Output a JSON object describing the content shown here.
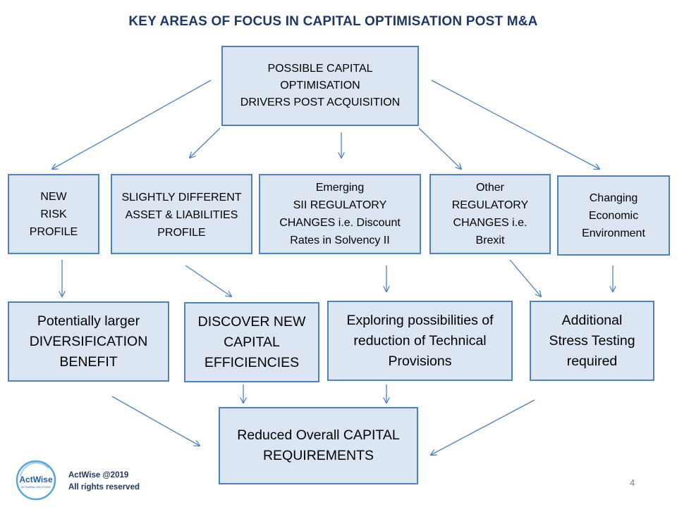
{
  "title": "KEY AREAS OF FOCUS IN CAPITAL OPTIMISATION POST M&A",
  "top_box": {
    "lines": [
      "POSSIBLE CAPITAL",
      "OPTIMISATION",
      "DRIVERS POST ACQUISITION"
    ]
  },
  "drivers": [
    {
      "lines": [
        "NEW",
        "RISK",
        "PROFILE"
      ]
    },
    {
      "lines": [
        "SLIGHTLY DIFFERENT",
        "ASSET & LIABILITIES",
        "PROFILE"
      ]
    },
    {
      "lines": [
        "Emerging",
        "SII REGULATORY",
        "CHANGES i.e. Discount",
        "Rates in Solvency II"
      ]
    },
    {
      "lines": [
        "Other",
        "REGULATORY",
        "CHANGES  i.e.",
        "Brexit"
      ]
    },
    {
      "lines": [
        "Changing",
        "Economic",
        "Environment"
      ]
    }
  ],
  "outcomes": [
    {
      "lines": [
        "Potentially larger",
        "DIVERSIFICATION",
        "BENEFIT"
      ]
    },
    {
      "lines": [
        "DISCOVER NEW",
        "CAPITAL",
        "EFFICIENCIES"
      ]
    },
    {
      "lines": [
        "Exploring possibilities of",
        "reduction of Technical",
        "Provisions"
      ]
    },
    {
      "lines": [
        "Additional",
        "Stress Testing",
        "required"
      ]
    }
  ],
  "result_box": {
    "lines": [
      "Reduced Overall CAPITAL",
      "REQUIREMENTS"
    ]
  },
  "logo": {
    "name": "ActWise",
    "tagline": "ACTUARIAL SOLUTIONS"
  },
  "footer": {
    "line1": "ActWise @2019",
    "line2": "All rights reserved"
  },
  "page_number": "4",
  "colors": {
    "box_fill": "#dce6f2",
    "box_border": "#4f81bd",
    "arrow": "#4f81bd",
    "title": "#1f3864"
  }
}
